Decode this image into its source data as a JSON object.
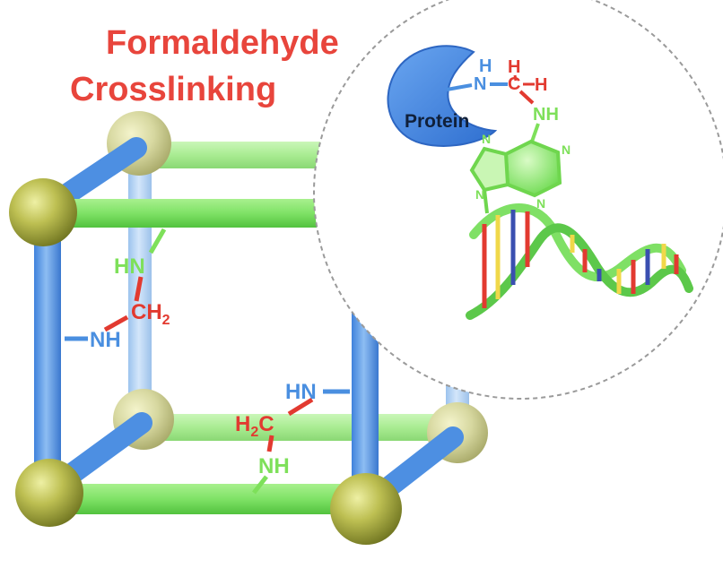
{
  "title": {
    "line1": "Formaldehyde",
    "line2": "Crosslinking"
  },
  "protein_label": "Protein",
  "inset": {
    "amine_h": "H",
    "amine_n": "N",
    "methylene_h1": "H",
    "methylene_c": "C",
    "methylene_h2": "H",
    "base_amine": "NH"
  },
  "cube_labels": {
    "left_green": "HN",
    "left_red": "CH",
    "left_red_sub": "2",
    "left_blue": "NH",
    "right_blue": "HN",
    "right_red": "H",
    "right_red_sub": "2",
    "right_red_c": "C",
    "right_green": "NH"
  },
  "colors": {
    "title": "#e8453c",
    "blue_strut": "#5b9be6",
    "green_strut": "#7fe46a",
    "node": "#b9b84a",
    "crosslink_red": "#e23a30",
    "protein_blue": "#4a86e0"
  }
}
